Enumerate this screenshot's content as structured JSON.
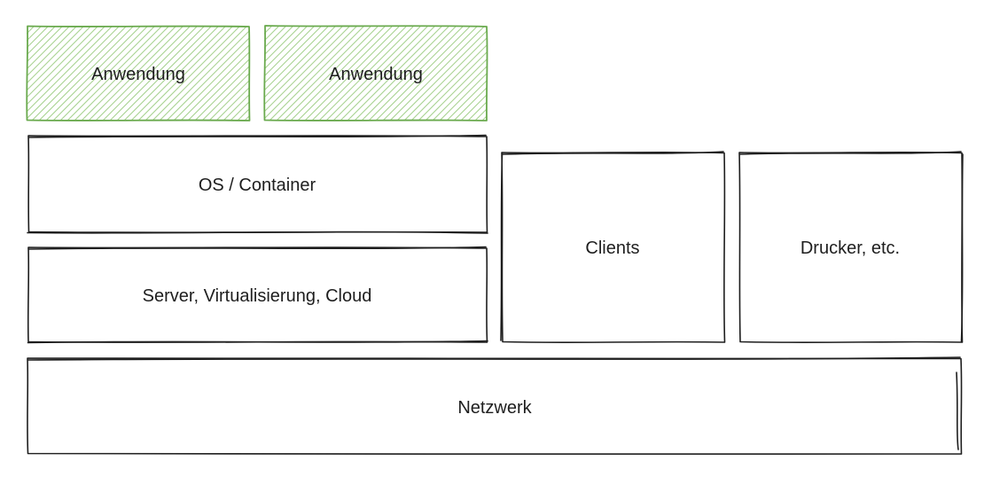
{
  "diagram": {
    "boxes": {
      "app_left": {
        "label": "Anwendung",
        "style": "hatched-green"
      },
      "app_right": {
        "label": "Anwendung",
        "style": "hatched-green"
      },
      "os": {
        "label": "OS / Container",
        "style": "outline"
      },
      "server": {
        "label": "Server, Virtualisierung, Cloud",
        "style": "outline"
      },
      "clients": {
        "label": "Clients",
        "style": "outline"
      },
      "printers": {
        "label": "Drucker, etc.",
        "style": "outline"
      },
      "network": {
        "label": "Netzwerk",
        "style": "outline"
      }
    },
    "colors": {
      "stroke": "#1e1e1e",
      "accent_stroke": "#6aaa4e",
      "accent_hatch": "#8cc46d",
      "background": "#ffffff"
    }
  }
}
